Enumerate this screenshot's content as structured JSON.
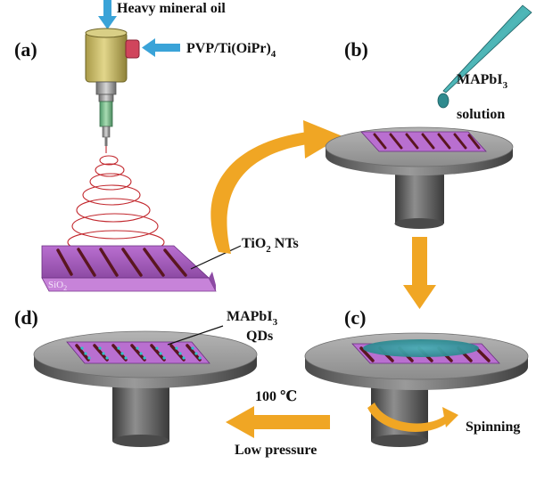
{
  "panels": {
    "a": "(a)",
    "b": "(b)",
    "c": "(c)",
    "d": "(d)"
  },
  "labels": {
    "heavy_mineral_oil": "Heavy mineral oil",
    "pvp_prefix": "PVP/Ti(OiPr)",
    "pvp_sub": "4",
    "mapbi3_prefix": "MAPbI",
    "mapbi3_sub": "3",
    "solution": "solution",
    "tio2_prefix": "TiO",
    "tio2_sub": "2",
    "tio2_suffix": " NTs",
    "sio2_prefix": "SiO",
    "sio2_sub": "2",
    "qds": "QDs",
    "temperature": "100 ℃",
    "low_pressure": "Low pressure",
    "spinning": "Spinning"
  },
  "colors": {
    "arrow_blue": "#3aa3d8",
    "arrow_orange": "#f0a624",
    "substrate_purple": "#a25db2",
    "nanotube": "#7a1f2a",
    "spiral_red": "#c2272d",
    "droplet_teal": "#2f8a8e",
    "film_teal": "#3a9aa2",
    "stage_gray": "#9a9a9a"
  }
}
